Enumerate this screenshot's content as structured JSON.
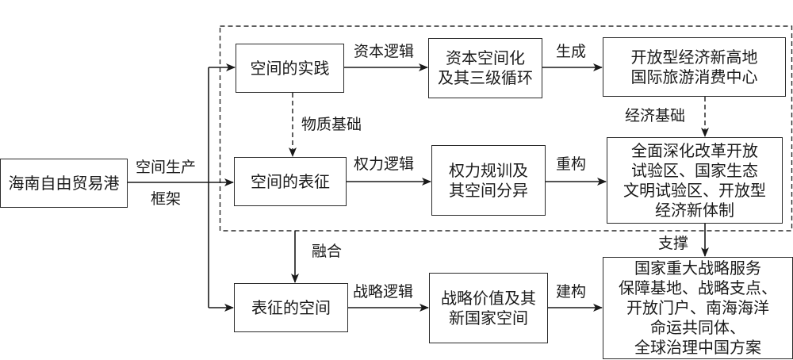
{
  "diagram": {
    "source_node": {
      "label": "海南自由贸易港"
    },
    "framework_label_top": "空间生产",
    "framework_label_bottom": "框架",
    "rows": [
      {
        "node": "空间的实践",
        "logic": "资本逻辑",
        "process": "资本空间化\n及其三级循环",
        "verb": "生成",
        "outcome": "开放型经济新高地\n国际旅游消费中心"
      },
      {
        "node": "空间的表征",
        "logic": "权力逻辑",
        "process": "权力规训及\n其空间分异",
        "verb": "重构",
        "outcome": "全面深化改革开放\n试验区、国家生态\n文明试验区、开放型\n经济新体制"
      },
      {
        "node": "表征的空间",
        "logic": "战略逻辑",
        "process": "战略价值及其\n新国家空间",
        "verb": "建构",
        "outcome": "国家重大战略服务\n保障基地、战略支点、\n开放门户、南海海洋\n命运共同体、\n全球治理中国方案"
      }
    ],
    "links": {
      "material_basis": "物质基础",
      "economic_basis": "经济基础",
      "fusion": "融合",
      "support": "支撑"
    }
  }
}
